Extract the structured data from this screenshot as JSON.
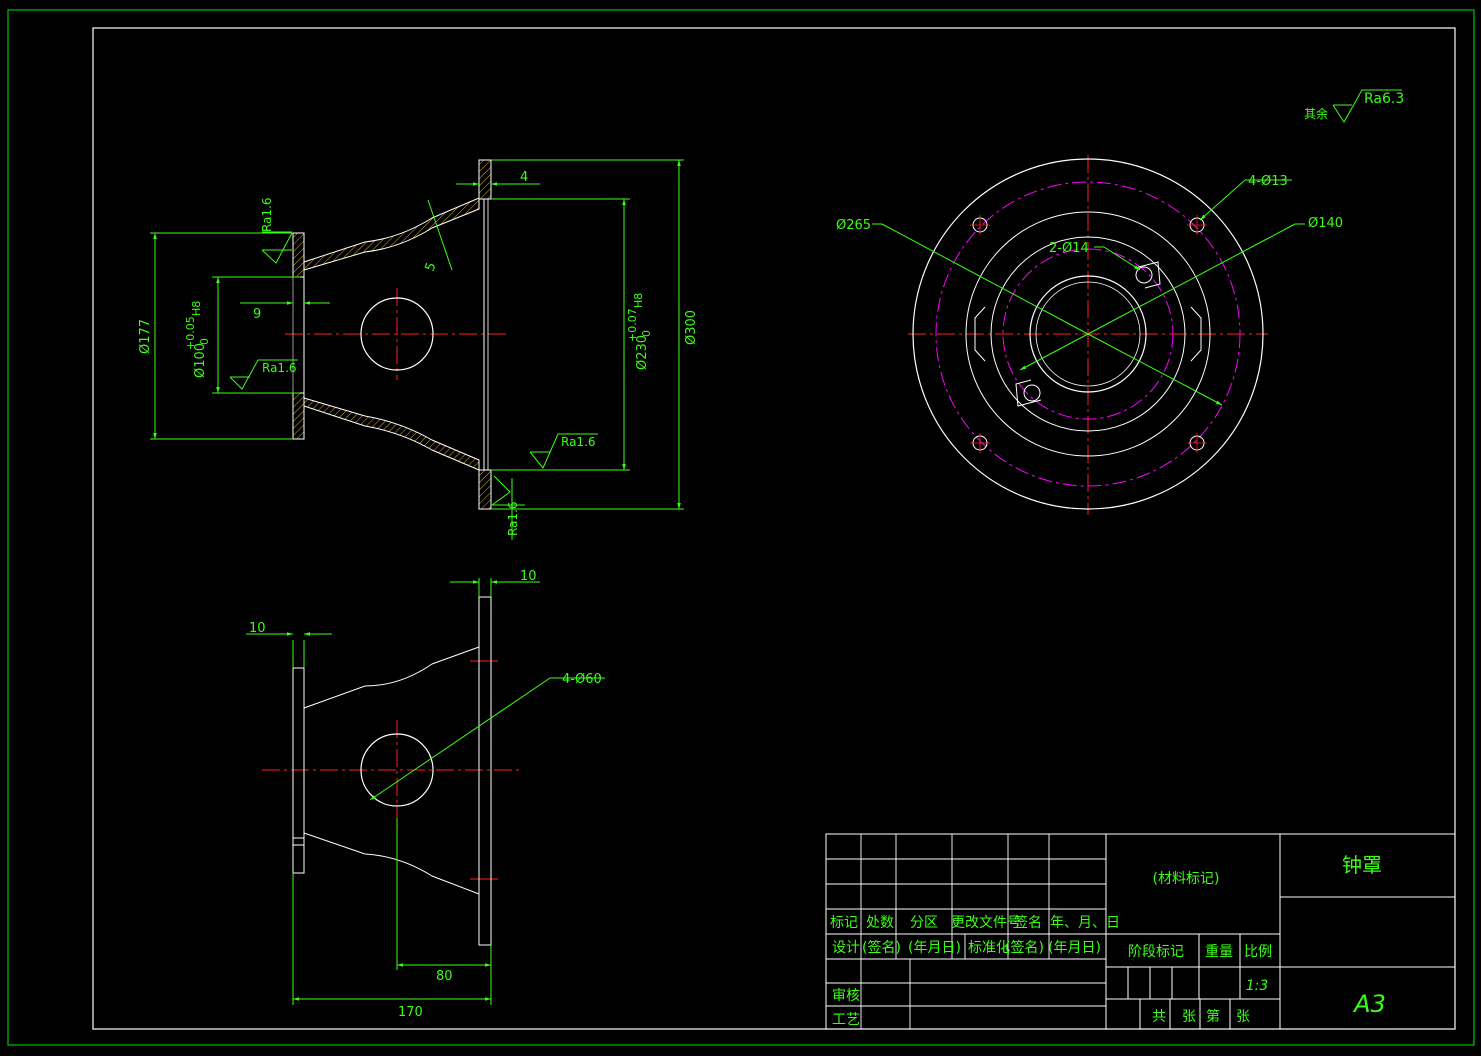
{
  "surface_finish": {
    "remaining_label": "其余",
    "remaining_value": "Ra6.3",
    "ra16": "Ra1.6"
  },
  "front_view": {
    "dim_thickness_top": "4",
    "dim_rib": "5",
    "dim_bore_depth": "9",
    "dim_outer_small": "Ø177",
    "dim_bore_small": "Ø100+0.05 H8",
    "dim_bore_small_main": "Ø100",
    "dim_bore_small_tol_up": "+0.05",
    "dim_bore_small_tol_low": "0",
    "dim_bore_small_fit": "H8",
    "dim_bore_large_main": "Ø230",
    "dim_bore_large_tol_up": "+0.07",
    "dim_bore_large_tol_low": "0",
    "dim_bore_large_fit": "H8",
    "dim_outer_large": "Ø300"
  },
  "side_view": {
    "dim_flange_right": "10",
    "dim_flange_left": "10",
    "dim_holes": "4-Ø60",
    "dim_hole_pos": "80",
    "dim_length": "170"
  },
  "top_view": {
    "dim_bolt_holes": "4-Ø13",
    "dim_outer": "Ø265",
    "dim_inner": "Ø140",
    "dim_slots": "2-Ø14"
  },
  "title_block": {
    "part_name": "钟罩",
    "material": "(材料标记)",
    "sheet_size": "A3",
    "scale": "1:3",
    "row_labels": [
      "标记",
      "处数",
      "分区",
      "更改文件号",
      "签名",
      "年、月、日"
    ],
    "design_row": [
      "设计",
      "(签名)",
      "(年月日)",
      "标准化",
      "(签名)",
      "(年月日)"
    ],
    "review": "审核",
    "process": "工艺",
    "stage_mark": "阶段标记",
    "weight": "重量",
    "ratio": "比例",
    "sheets_total": "共",
    "sheets_unit": "张",
    "sheet_no": "第",
    "sheet_unit2": "张"
  },
  "colors": {
    "background": "#000000",
    "frame": "#00c000",
    "outline": "#ffffff",
    "dimension": "#39ff14",
    "center_line": "#ff2020",
    "hatch": "#d8b020",
    "pitch_circle": "#ff00ff"
  }
}
